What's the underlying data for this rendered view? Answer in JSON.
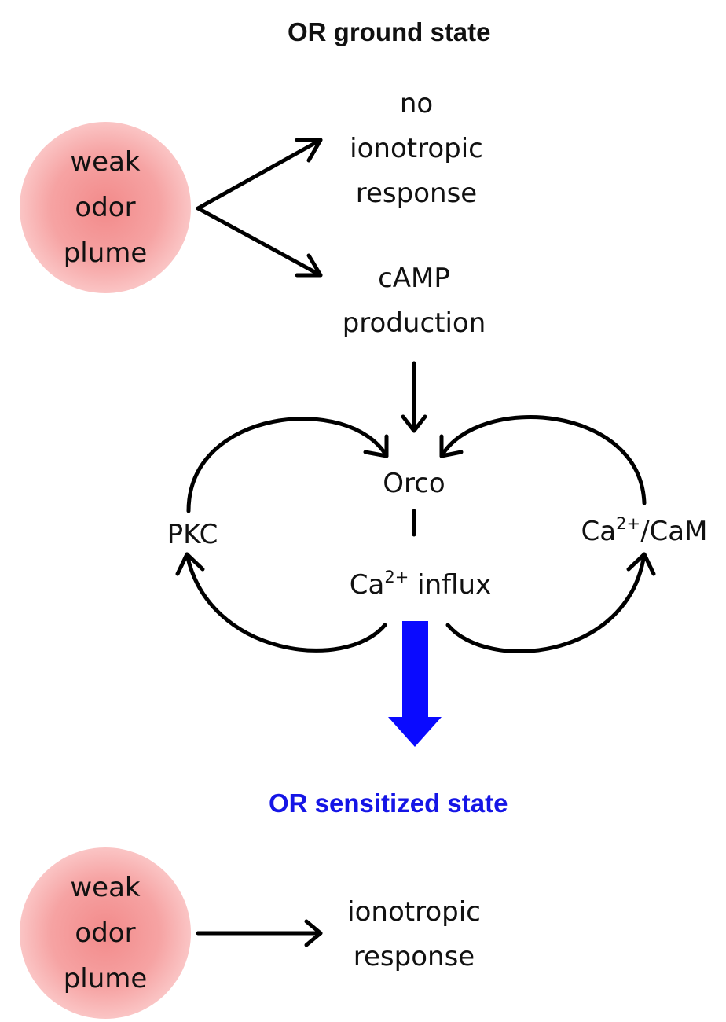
{
  "ground_state": {
    "title": "OR ground state",
    "plume_lines": [
      "weak",
      "odor",
      "plume"
    ],
    "outcome_no_response": [
      "no",
      "ionotropic",
      "response"
    ],
    "outcome_camp": [
      "cAMP",
      "production"
    ]
  },
  "cycle": {
    "orco": "Orco",
    "pkc": "PKC",
    "ca_base": "Ca",
    "ca_sup": "2+",
    "camk_suffix": "/CaM",
    "influx_suffix": " influx"
  },
  "sensitized_state": {
    "title": "OR sensitized state",
    "title_color": "#1515e6",
    "plume_lines": [
      "weak",
      "odor",
      "plume"
    ],
    "outcome_response": [
      "ionotropic",
      "response"
    ]
  },
  "colors": {
    "arrow": "#000000",
    "transition_arrow": "#0a0aff",
    "plume": "#f6a3a3"
  }
}
